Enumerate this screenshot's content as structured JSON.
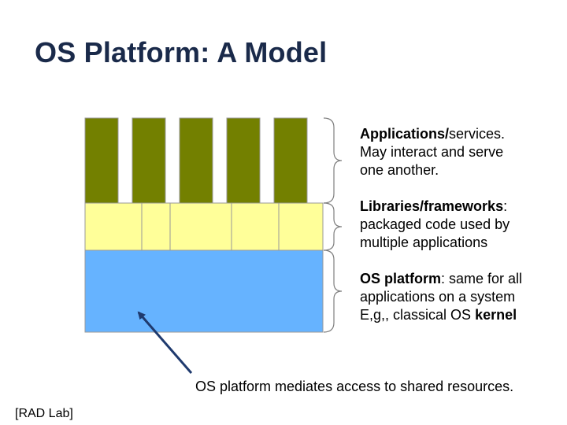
{
  "slide": {
    "title": "OS Platform: A Model",
    "credit": "[RAD Lab]"
  },
  "layers": {
    "applications": {
      "term": "Applications/",
      "rest_line1": "services.",
      "line2": "May interact and serve",
      "line3": "one another."
    },
    "libraries": {
      "term": "Libraries/frameworks",
      "rest_line1": ":",
      "line2": "packaged code used by",
      "line3": "multiple applications"
    },
    "os_platform": {
      "term": "OS platform",
      "rest_line1": ": same for all",
      "line2": "applications on a system",
      "line3_prefix": "E,g,, classical OS ",
      "line3_bold": "kernel"
    }
  },
  "annotation": {
    "text": "OS platform mediates access to shared resources."
  },
  "colors": {
    "applications": "#738000",
    "libraries": "#ffff99",
    "os_platform": "#66b3ff",
    "outline": "#999999",
    "arrow": "#1f3a6e"
  }
}
